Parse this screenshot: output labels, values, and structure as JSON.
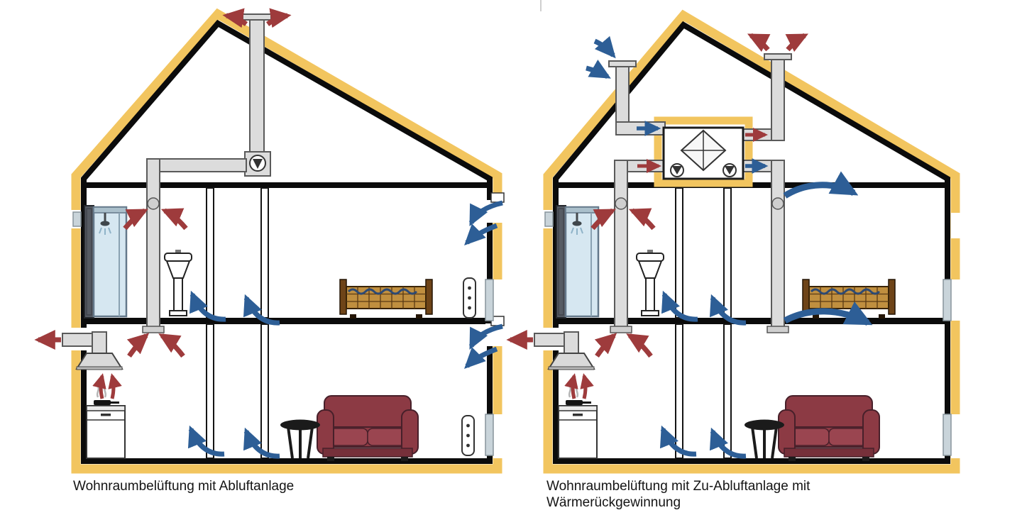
{
  "diagrams": {
    "left": {
      "caption": "Wohnraumbelüftung mit Abluftanlage"
    },
    "right": {
      "caption_line1": "Wohnraumbelüftung mit Zu-Abluftanlage mit",
      "caption_line2": "Wärmerückgewinnung"
    }
  },
  "colors": {
    "background": "#FFFFFF",
    "insulation_yellow": "#F2C55F",
    "wall_black": "#0B0B0B",
    "exhaust_air_red": "#9E3B3C",
    "supply_air_blue": "#2D5E96",
    "duct_gray": "#DCDCDC",
    "sofa_red": "#8C3A44",
    "shower_glass_blue": "#D6E7F1",
    "bed_wood_brown": "#C08F3F"
  }
}
